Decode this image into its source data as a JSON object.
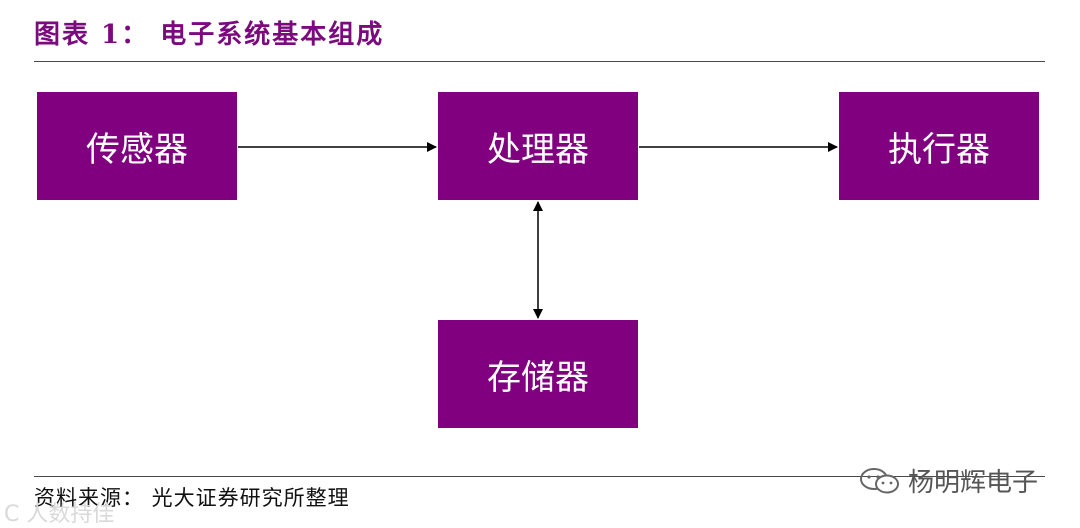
{
  "title": "图表 1： 电子系统基本组成",
  "nodes": {
    "sensor": "传感器",
    "processor": "处理器",
    "actuator": "执行器",
    "storage": "存储器"
  },
  "source": "资料来源： 光大证券研究所整理",
  "watermark": "杨明辉电子",
  "corner_mark": "C 人数持佳",
  "colors": {
    "accent": "#800080",
    "title": "#7b0a7e"
  },
  "icons": [
    "wechat-icon"
  ]
}
